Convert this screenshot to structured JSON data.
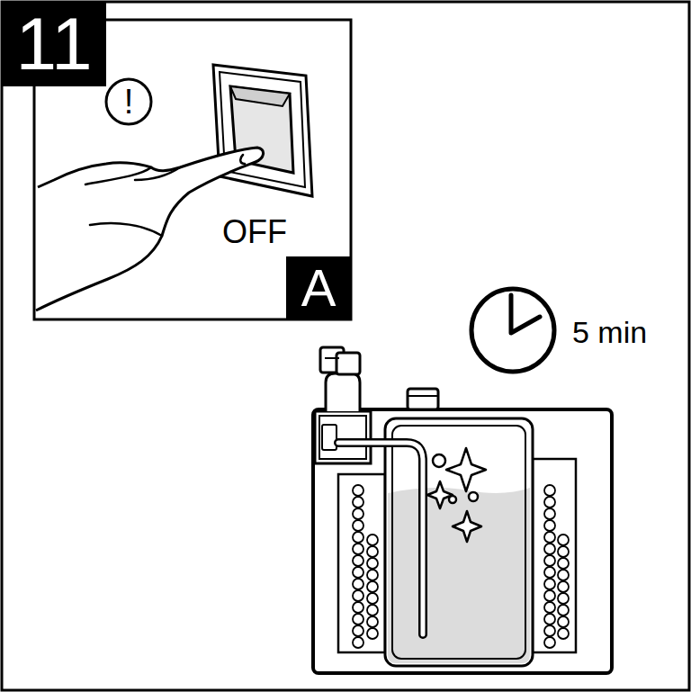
{
  "diagram": {
    "nodes": [
      {
        "text": [
          "11"
        ]
      },
      {
        "text": [
          "!"
        ]
      },
      {
        "text": [
          "A"
        ]
      }
    ],
    "labels": [
      "OFF",
      "5 min"
    ]
  }
}
